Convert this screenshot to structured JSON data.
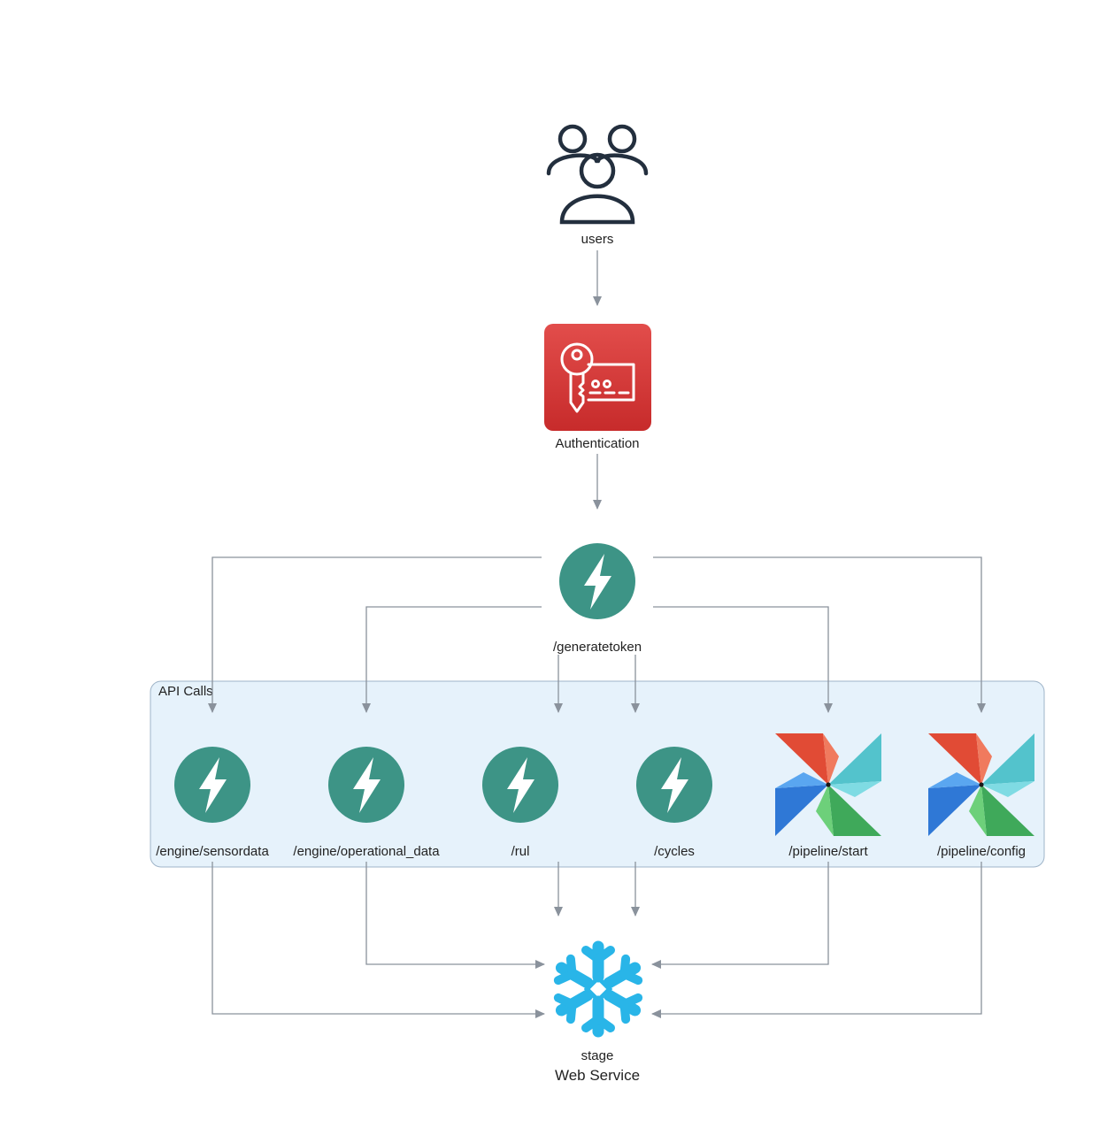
{
  "nodes": {
    "users": {
      "label": "users",
      "icon": "users-icon"
    },
    "auth": {
      "label": "Authentication",
      "icon": "key-card-icon",
      "color": "#d93b3b"
    },
    "gateway": {
      "label": "/generatetoken",
      "icon": "lightning-icon",
      "color": "#3d9486"
    },
    "sensordata": {
      "label": "/engine/sensordata",
      "icon": "lightning-icon"
    },
    "operational": {
      "label": "/engine/operational_data",
      "icon": "lightning-icon"
    },
    "rul": {
      "label": "/rul",
      "icon": "lightning-icon"
    },
    "cycles": {
      "label": "/cycles",
      "icon": "lightning-icon"
    },
    "pipeline_start": {
      "label": "/pipeline/start",
      "icon": "pinwheel-icon"
    },
    "pipeline_config": {
      "label": "/pipeline/config",
      "icon": "pinwheel-icon"
    },
    "stage": {
      "label": "stage",
      "icon": "snowflake-icon",
      "color": "#29b5e8"
    }
  },
  "cluster": {
    "label": "API Calls",
    "fill": "#e6f2fb",
    "stroke": "#9fb4c8"
  },
  "caption": "Web Service",
  "edge_color": "#8a929c"
}
